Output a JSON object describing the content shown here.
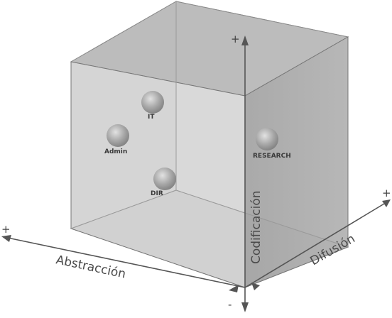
{
  "axes": {
    "abstraccion": {
      "label": "Abstracción",
      "plus": "+"
    },
    "difusion": {
      "label": "Difusión",
      "plus": "+"
    },
    "codificacion": {
      "label": "Codificación",
      "plus": "+"
    },
    "origin_minus": "-"
  },
  "nodes": [
    {
      "id": "it",
      "label": "IT"
    },
    {
      "id": "admin",
      "label": "Admin"
    },
    {
      "id": "dir",
      "label": "DIR"
    },
    {
      "id": "research",
      "label": "RESEARCH"
    }
  ],
  "colors": {
    "cube_face_light": "#d6d6d6",
    "cube_face_dark": "#a9a9a9",
    "cube_edge": "#6a6a6a",
    "axis": "#555555",
    "sphere": "#9c9c9c"
  }
}
